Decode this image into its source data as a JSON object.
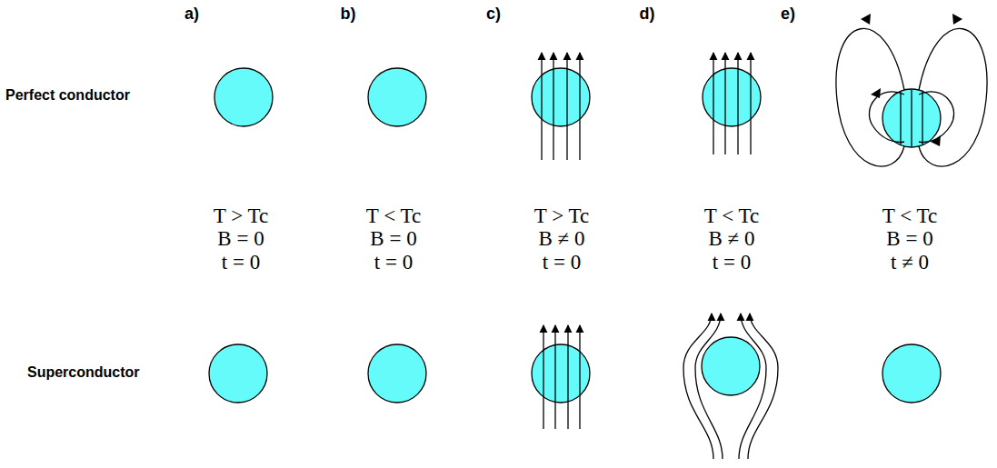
{
  "diagram": {
    "labels": [
      "a)",
      "b)",
      "c)",
      "d)",
      "e)",
      "Perfect conductor",
      "T > Tc",
      "B = 0",
      "t = 0",
      "T < Tc",
      "B = 0",
      "t = 0",
      "T > Tc",
      "B ≠ 0",
      "t = 0",
      "T < Tc",
      "B ≠ 0",
      "t = 0",
      "T < Tc",
      "B = 0",
      "t ≠ 0",
      "Superconductor"
    ]
  }
}
